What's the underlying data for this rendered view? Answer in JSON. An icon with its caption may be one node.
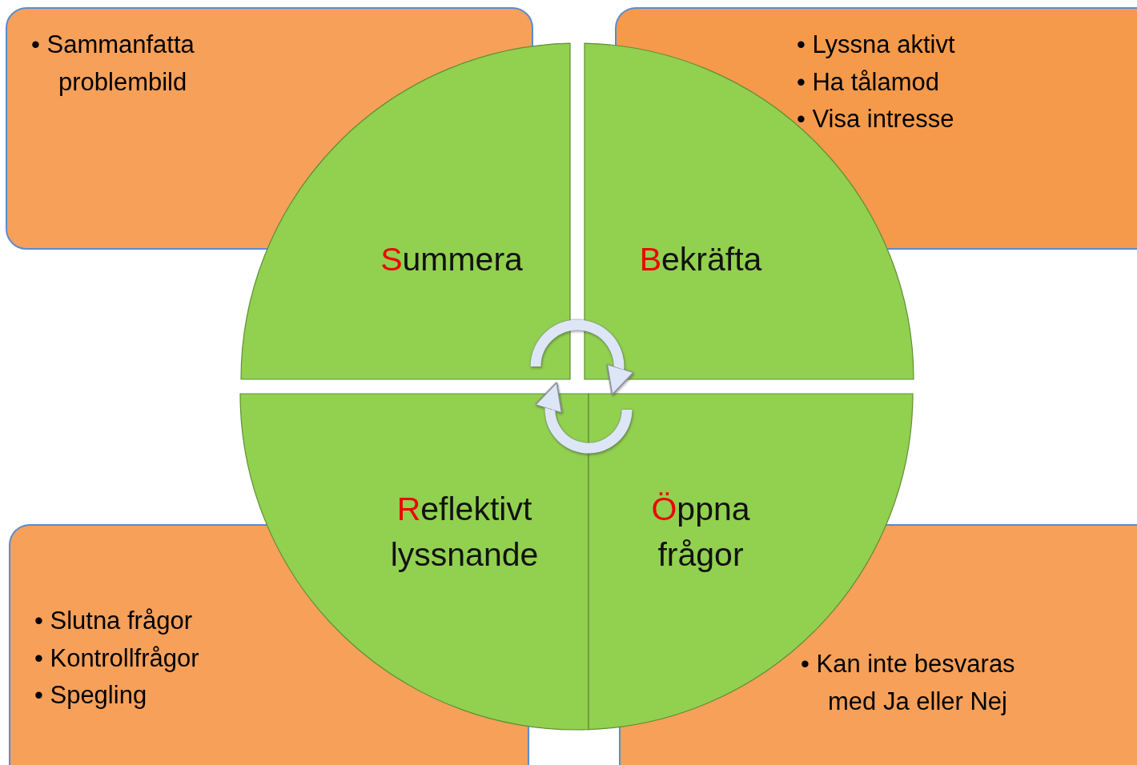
{
  "diagram": {
    "nodes": [
      {
        "text": [
          "• Sammanfatta problembild"
        ]
      },
      {
        "text": [
          "• Lyssna aktivt",
          "• Ha tålamod",
          "• Visa intresse"
        ]
      },
      {
        "text": [
          "Summera"
        ]
      },
      {
        "text": [
          "Bekräfta"
        ]
      },
      {
        "text": [
          "Reflektivt lyssnande"
        ]
      },
      {
        "text": [
          "Öppna frågor"
        ]
      },
      {
        "text": [
          "• Slutna frågor",
          "• Kontrollfrågor",
          "• Spegling"
        ]
      },
      {
        "text": [
          "• Kan inte besvaras med Ja eller Nej"
        ]
      }
    ],
    "edges": [
      {
        "from": 2,
        "to": 3,
        "arrow": "to"
      },
      {
        "from": 5,
        "to": 4,
        "arrow": "to"
      }
    ]
  }
}
